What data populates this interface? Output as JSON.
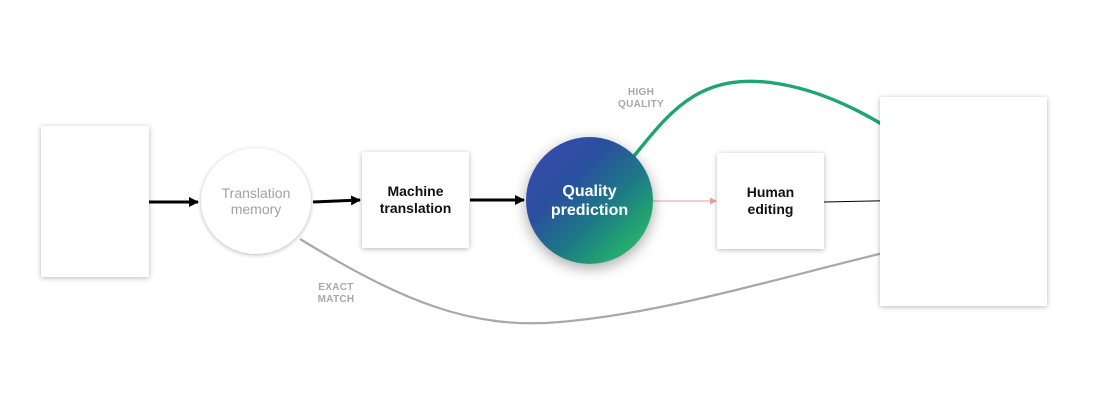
{
  "nodes": {
    "translation_memory": {
      "line1": "Translation",
      "line2": "memory"
    },
    "machine_translation": {
      "line1": "Machine",
      "line2": "translation"
    },
    "quality_prediction": {
      "line1": "Quality",
      "line2": "prediction"
    },
    "human_editing": {
      "line1": "Human",
      "line2": "editing"
    }
  },
  "edge_labels": {
    "high_quality": {
      "line1": "HIGH",
      "line2": "QUALITY"
    },
    "exact_match": {
      "line1": "EXACT",
      "line2": "MATCH"
    }
  },
  "colors": {
    "main_arrow": "#000000",
    "high_quality_path": "#1fa56f",
    "exact_match_path": "#a8a8a8",
    "low_quality_path": "#e6a0a0",
    "circle_gradient_start": "#3b4bb2",
    "circle_gradient_end": "#3fbf80"
  }
}
